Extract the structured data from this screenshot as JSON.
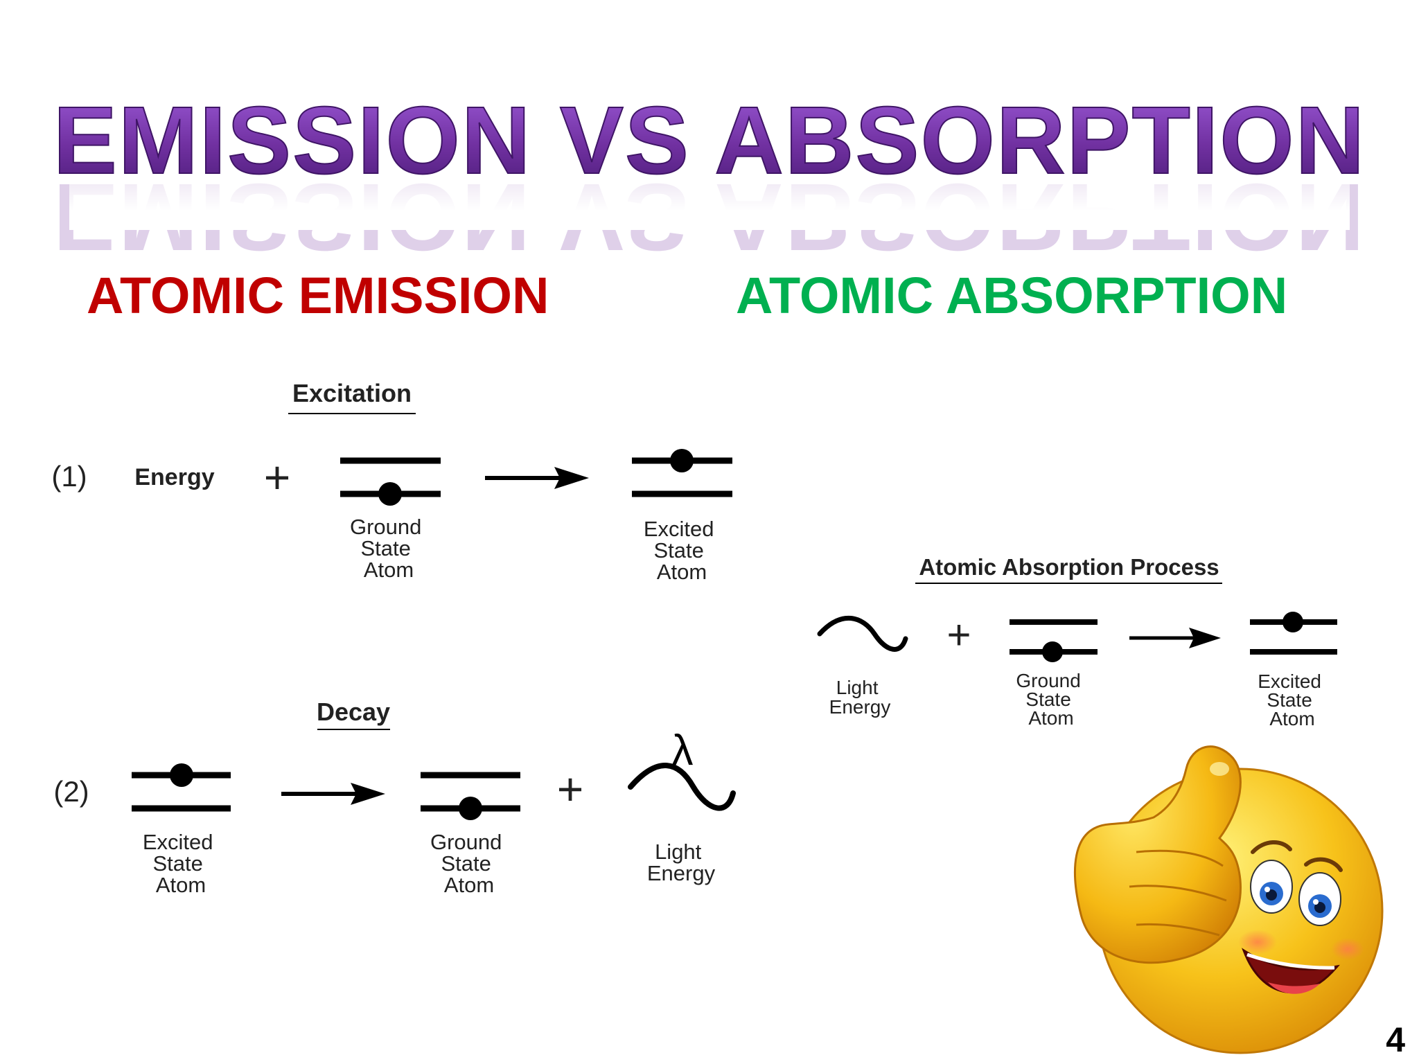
{
  "slide": {
    "title": "EMISSION VS ABSORPTION",
    "page_number": "4",
    "colors": {
      "title": "#7030a0",
      "emission_heading": "#c00000",
      "absorption_heading": "#00b050",
      "ink": "#000000",
      "label": "#222222"
    }
  },
  "emission": {
    "heading": "ATOMIC EMISSION",
    "excitation": {
      "title": "Excitation",
      "step_number": "(1)",
      "energy_label": "Energy",
      "plus": "+",
      "ground": [
        "Ground",
        "State",
        "Atom"
      ],
      "excited": [
        "Excited",
        "State",
        "Atom"
      ]
    },
    "decay": {
      "title": "Decay",
      "step_number": "(2)",
      "plus": "+",
      "lambda": "λ",
      "excited": [
        "Excited",
        "State",
        "Atom"
      ],
      "ground": [
        "Ground",
        "State",
        "Atom"
      ],
      "light": [
        "Light",
        "Energy"
      ]
    }
  },
  "absorption": {
    "heading": "ATOMIC ABSORPTION",
    "process_title": "Atomic Absorption Process",
    "plus": "+",
    "light": [
      "Light",
      "Energy"
    ],
    "ground": [
      "Ground",
      "State",
      "Atom"
    ],
    "excited": [
      "Excited",
      "State",
      "Atom"
    ]
  },
  "icons": [
    "thumbs-up-smiley-icon",
    "light-wave-icon",
    "arrow-right-icon",
    "energy-level-icon"
  ]
}
